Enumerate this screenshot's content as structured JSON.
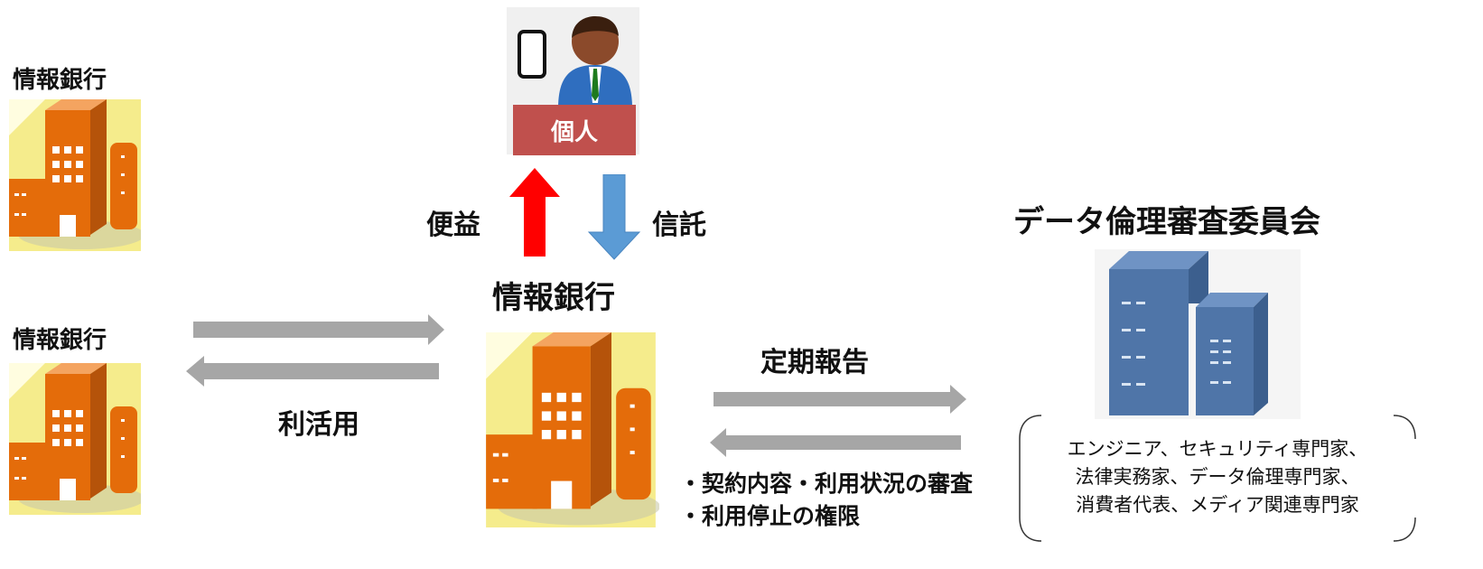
{
  "banks": {
    "top_left_label": "情報銀行",
    "mid_left_label": "情報銀行",
    "center_label": "情報銀行"
  },
  "person": {
    "label": "個人",
    "benefit_label": "便益",
    "trust_label": "信託"
  },
  "flows": {
    "utilization_label": "利活用",
    "periodic_report_label": "定期報告",
    "review_items": [
      "・契約内容・利用状況の審査",
      "・利用停止の権限"
    ]
  },
  "committee": {
    "title": "データ倫理審査委員会",
    "members": [
      "エンジニア、セキュリティ専門家、",
      "法律実務家、データ倫理専門家、",
      "消費者代表、メディア関連専門家"
    ]
  },
  "colors": {
    "arrow_gray": "#a6a6a6",
    "benefit_arrow": "#ff0000",
    "trust_arrow": "#5b9bd5",
    "building_orange": "#e46c0a",
    "committee_building": "#4f75a8",
    "person_badge": "#c0504d"
  }
}
